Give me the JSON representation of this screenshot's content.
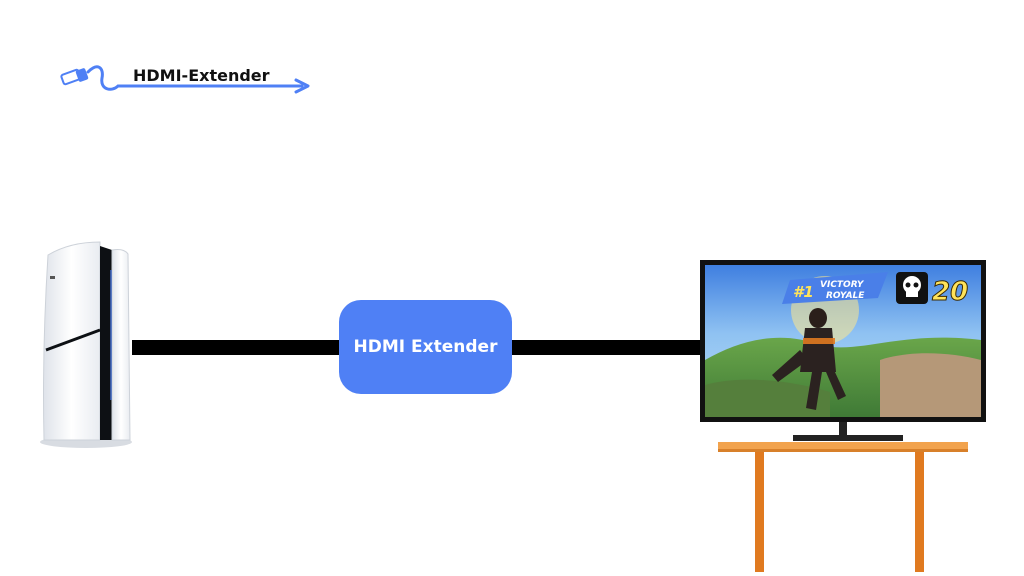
{
  "legend": {
    "label": "HDMI-Extender",
    "icon": "hdmi-cable-icon"
  },
  "hub": {
    "label": "HDMI Extender"
  },
  "tv": {
    "rank": "#1",
    "victory_line1": "VICTORY",
    "victory_line2": "ROYALE",
    "eliminations": "20",
    "icon": "skull-icon"
  },
  "devices": {
    "console": "game-console",
    "display": "television",
    "furniture": "table"
  },
  "colors": {
    "accent": "#4f80f5",
    "cable": "#000000",
    "table": "#e07a20",
    "console_body": "#f2f4f8",
    "console_core": "#0d1014"
  }
}
